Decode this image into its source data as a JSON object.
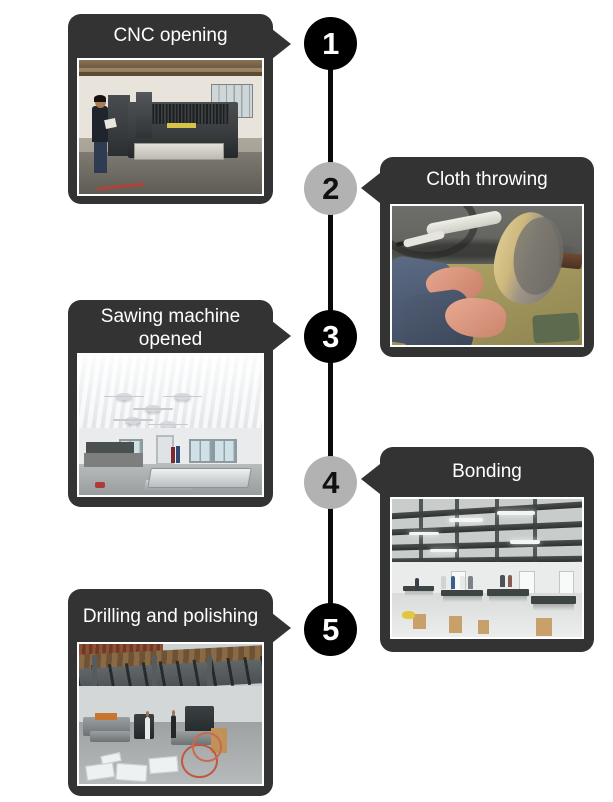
{
  "diagram": {
    "type": "vertical-timeline",
    "title_text_color": "#ffffff",
    "card_color": "#333333",
    "spine_color": "#0a0a0a",
    "marker_dark_color": "#000000",
    "marker_light_color": "#b2b2b2",
    "background_color": "#ffffff",
    "steps": [
      {
        "number": "1",
        "label": "CNC opening",
        "side": "left",
        "marker_style": "dark",
        "photo_alt": "worker operating a CNC router machine in a workshop"
      },
      {
        "number": "2",
        "label": "Cloth throwing",
        "side": "right",
        "marker_style": "light",
        "photo_alt": "gloved hands holding a part against a cloth polishing wheel"
      },
      {
        "number": "3",
        "label": "Sawing machine opened",
        "side": "left",
        "marker_style": "dark",
        "photo_alt": "bright factory hall with ceiling fans and a panel saw"
      },
      {
        "number": "4",
        "label": "Bonding",
        "side": "right",
        "marker_style": "light",
        "photo_alt": "workers at assembly tables in a steel-truss workshop"
      },
      {
        "number": "5",
        "label": "Drilling and polishing",
        "side": "left",
        "marker_style": "dark",
        "photo_alt": "drilling and polishing area beneath a mezzanine deck"
      }
    ]
  }
}
